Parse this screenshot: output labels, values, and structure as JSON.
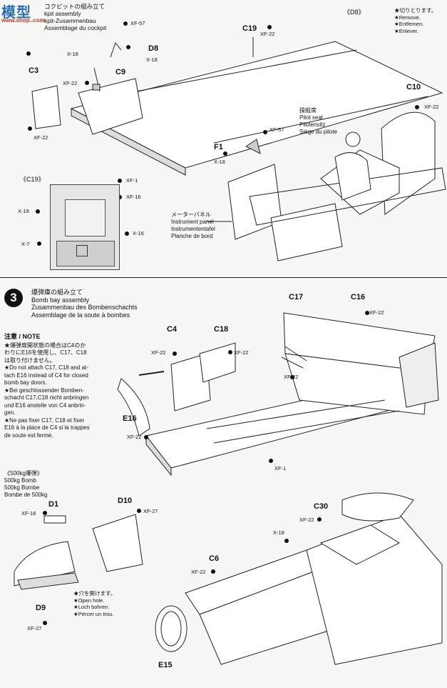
{
  "watermark": {
    "logo": "模型",
    "url": "www.shop..com"
  },
  "step2": {
    "title_jp": "コクピットの組み立て",
    "title_en": "kpit assembly",
    "title_de": "kpit-Zusammenbau",
    "title_fr": "Assemblage du cockpit"
  },
  "cut_note": {
    "ref": "《D8》",
    "jp": "★切りとります。",
    "en": "★Remove.",
    "de": "★Entfernen.",
    "fr": "★Enlever."
  },
  "inset_c19": "《C19》",
  "pilot_seat": {
    "jp": "操縦席",
    "en": "Pilot seat",
    "de": "Pilotensitz",
    "fr": "Siège du pilote"
  },
  "instrument_panel": {
    "jp": "メーターパネル",
    "en": "Instrument panel",
    "de": "Instrumententafel",
    "fr": "Planche de bord"
  },
  "step3": {
    "number": "3",
    "title_jp": "爆弾庫の組み立て",
    "title_en": "Bomb bay assembly",
    "title_de": "Zusammenbau des Bombenschachts",
    "title_fr": "Assemblage de la soute à bombes"
  },
  "note": {
    "heading": "注意 / NOTE",
    "lines": [
      "★爆弾扉開状態の場合はC4のか",
      "わりにE16を使用し、C17、C18",
      "は取り付けません。",
      "★Do not attach C17, C18 and at-",
      "tach E16 instead of C4 for closed",
      "bomb bay doors.",
      "★Bei geschlossender Bomben-",
      "schacht C17,C18 nicht anbringen",
      "und E16 anstelle von C4 anbrin-",
      "gen.",
      "★Ne pas fixer C17, C18 et fixer",
      "E16 à la place de C4 si la trappes",
      "de soute est fermé."
    ]
  },
  "bomb": {
    "jp": "《500kg爆弾》",
    "en": "500kg Bomb",
    "de": "500kg Bombe",
    "fr": "Bombe de 500kg"
  },
  "hole": {
    "jp": "★穴を開けます。",
    "en": "★Open hole.",
    "de": "★Loch bohren.",
    "fr": "★Percer un trou."
  },
  "parts": {
    "c19": "C19",
    "d8": "D8",
    "c9": "C9",
    "c3": "C3",
    "c10": "C10",
    "f1": "F1",
    "c17": "C17",
    "c16": "C16",
    "c4": "C4",
    "c18": "C18",
    "e16": "E16",
    "d1": "D1",
    "d10": "D10",
    "d9": "D9",
    "c30": "C30",
    "c6": "C6",
    "e15": "E15"
  },
  "colors": {
    "xf57": "XF-57",
    "xf22": "XF-22",
    "x18": "X-18",
    "xf1": "XF-1",
    "xf16": "XF-16",
    "x16": "X-16",
    "x7": "X-7",
    "xf27": "XF-27"
  }
}
